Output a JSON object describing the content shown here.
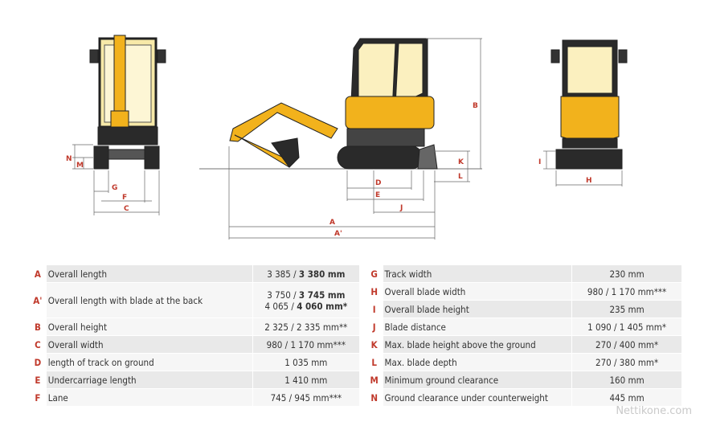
{
  "colors": {
    "accent": "#c0392b",
    "body": "#f2b21c",
    "dark": "#2a2a2a"
  },
  "diagram_labels": {
    "front": [
      "N",
      "M",
      "G",
      "F",
      "C"
    ],
    "side": [
      "B",
      "K",
      "L",
      "D",
      "E",
      "J",
      "A",
      "A'"
    ],
    "rear": [
      "I",
      "H"
    ]
  },
  "specs_left": [
    {
      "letter": "A",
      "label": "Overall length",
      "value": "3 385 / ",
      "value_bold": "3 380 mm"
    },
    {
      "letter": "A'",
      "label": "Overall length with blade at the back",
      "value": "3 750 / ",
      "value_bold": "3 745 mm",
      "value2": "4 065 / ",
      "value2_bold": "4 060 mm*"
    },
    {
      "letter": "B",
      "label": "Overall height",
      "value": "2 325 / 2 335 mm**"
    },
    {
      "letter": "C",
      "label": "Overall width",
      "value": "980 / 1 170 mm***"
    },
    {
      "letter": "D",
      "label": "length of track on ground",
      "value": "1 035 mm"
    },
    {
      "letter": "E",
      "label": "Undercarriage length",
      "value": "1 410 mm"
    },
    {
      "letter": "F",
      "label": "Lane",
      "value": "745 / 945 mm***"
    }
  ],
  "specs_right": [
    {
      "letter": "G",
      "label": "Track width",
      "value": "230 mm"
    },
    {
      "letter": "H",
      "label": "Overall blade width",
      "value": "980 / 1 170 mm***"
    },
    {
      "letter": "I",
      "label": "Overall blade height",
      "value": "235 mm"
    },
    {
      "letter": "J",
      "label": "Blade distance",
      "value": "1 090 / 1 405 mm*"
    },
    {
      "letter": "K",
      "label": "Max. blade height above the ground",
      "value": "270 / 400 mm*"
    },
    {
      "letter": "L",
      "label": "Max. blade depth",
      "value": "270 / 380 mm*"
    },
    {
      "letter": "M",
      "label": "Minimum ground clearance",
      "value": "160 mm"
    },
    {
      "letter": "N",
      "label": "Ground clearance under counterweight",
      "value": "445 mm"
    }
  ],
  "watermark": "Nettikone.com"
}
